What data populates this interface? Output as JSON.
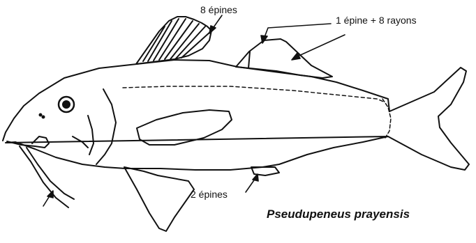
{
  "labels": {
    "dorsal_spines": "8 épines",
    "second_dorsal": "1 épine + 8 rayons",
    "anal_spines": "2 épines",
    "species": "Pseudupeneus prayensis"
  },
  "colors": {
    "line": "#111111",
    "background": "#ffffff"
  }
}
